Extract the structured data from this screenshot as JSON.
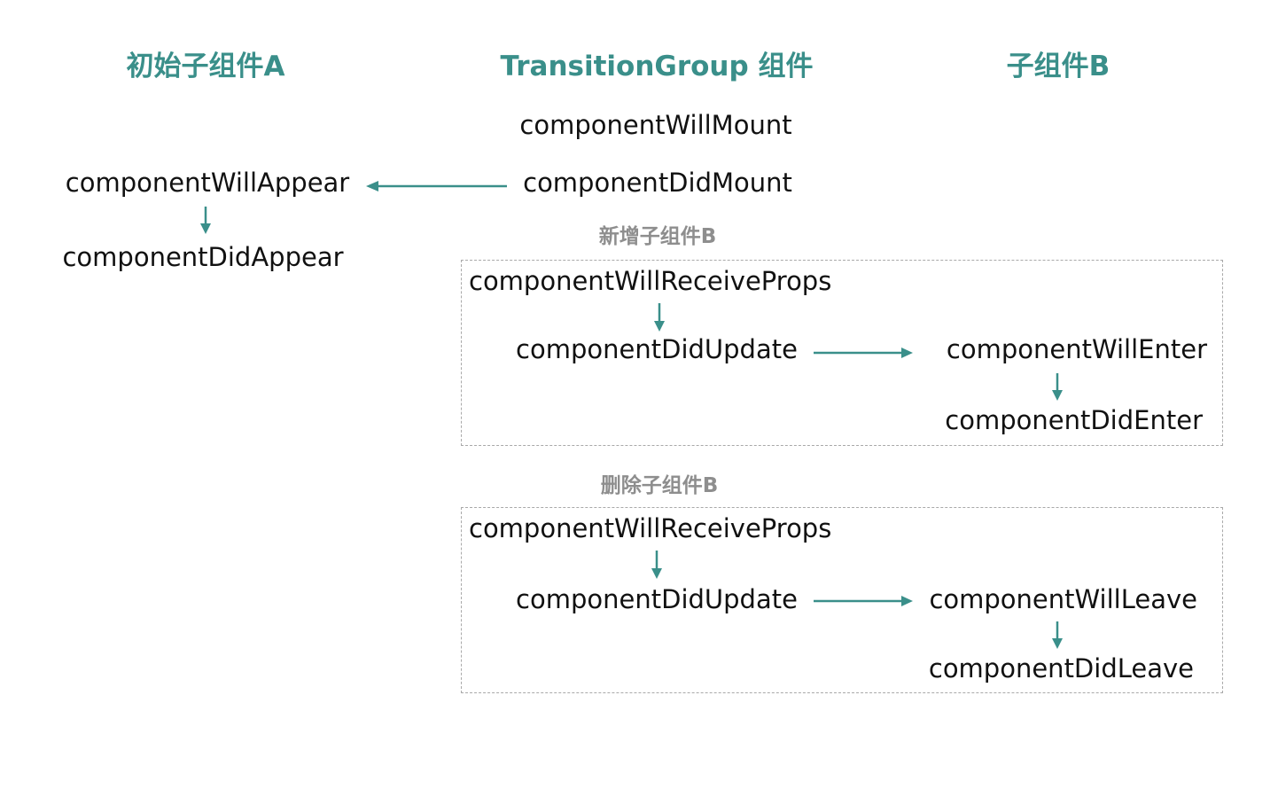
{
  "columns": {
    "child_a": "初始子组件A",
    "transition_group": "TransitionGroup 组件",
    "child_b": "子组件B"
  },
  "mount": {
    "will_mount": "componentWillMount",
    "did_mount": "componentDidMount",
    "will_appear": "componentWillAppear",
    "did_appear": "componentDidAppear"
  },
  "add_section": {
    "title": "新增子组件B",
    "will_receive_props": "componentWillReceiveProps",
    "did_update": "componentDidUpdate",
    "will_enter": "componentWillEnter",
    "did_enter": "componentDidEnter"
  },
  "remove_section": {
    "title": "删除子组件B",
    "will_receive_props": "componentWillReceiveProps",
    "did_update": "componentDidUpdate",
    "will_leave": "componentWillLeave",
    "did_leave": "componentDidLeave"
  },
  "colors": {
    "accent": "#3a8f8a",
    "text": "#111111",
    "section_title": "#8e8e8e",
    "dashed_border": "#a9a9a9"
  }
}
